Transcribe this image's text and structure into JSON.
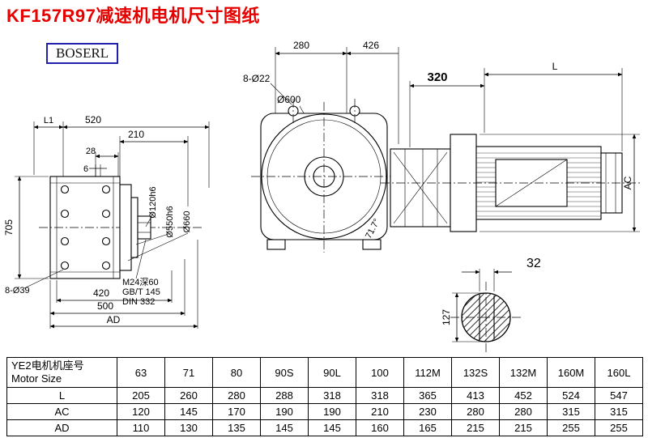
{
  "title": "KF157R97减速机电机尺寸图纸",
  "logo": "BOSERL",
  "left_view": {
    "dim_L1": "L1",
    "dim_520": "520",
    "dim_210": "210",
    "dim_28": "28",
    "dim_6": "6",
    "dim_705": "705",
    "dim_8_d39": "8-Ø39",
    "dim_420": "420",
    "dim_500": "500",
    "dim_AD": "AD",
    "dia_120": "Ø120h6",
    "dia_550": "Ø550h6",
    "dia_660": "Ø660",
    "note_line1": "M24深60",
    "note_line2": "GB/T 145",
    "note_line3": "DIN 332"
  },
  "front_view": {
    "dim_280": "280",
    "dim_426": "426",
    "dim_8_d22": "8-Ø22",
    "dia_600": "Ø600",
    "dim_320": "320",
    "dim_L": "L",
    "dim_AC": "AC",
    "angle": "71.7°"
  },
  "shaft_view": {
    "dim_32": "32",
    "dim_127": "127"
  },
  "table": {
    "row_header_cn": "YE2电机机座号",
    "row_header_en": "Motor Size",
    "sizes": [
      "63",
      "71",
      "80",
      "90S",
      "90L",
      "100",
      "112M",
      "132S",
      "132M",
      "160M",
      "160L"
    ],
    "rows": [
      {
        "label": "L",
        "values": [
          "205",
          "260",
          "280",
          "288",
          "318",
          "318",
          "365",
          "413",
          "452",
          "524",
          "547"
        ]
      },
      {
        "label": "AC",
        "values": [
          "120",
          "145",
          "170",
          "190",
          "190",
          "210",
          "230",
          "280",
          "280",
          "315",
          "315"
        ]
      },
      {
        "label": "AD",
        "values": [
          "110",
          "130",
          "135",
          "145",
          "145",
          "160",
          "165",
          "215",
          "215",
          "255",
          "255"
        ]
      }
    ]
  },
  "colors": {
    "title_red": "#e60000",
    "logo_blue": "#2121ae",
    "line_black": "#000000"
  }
}
